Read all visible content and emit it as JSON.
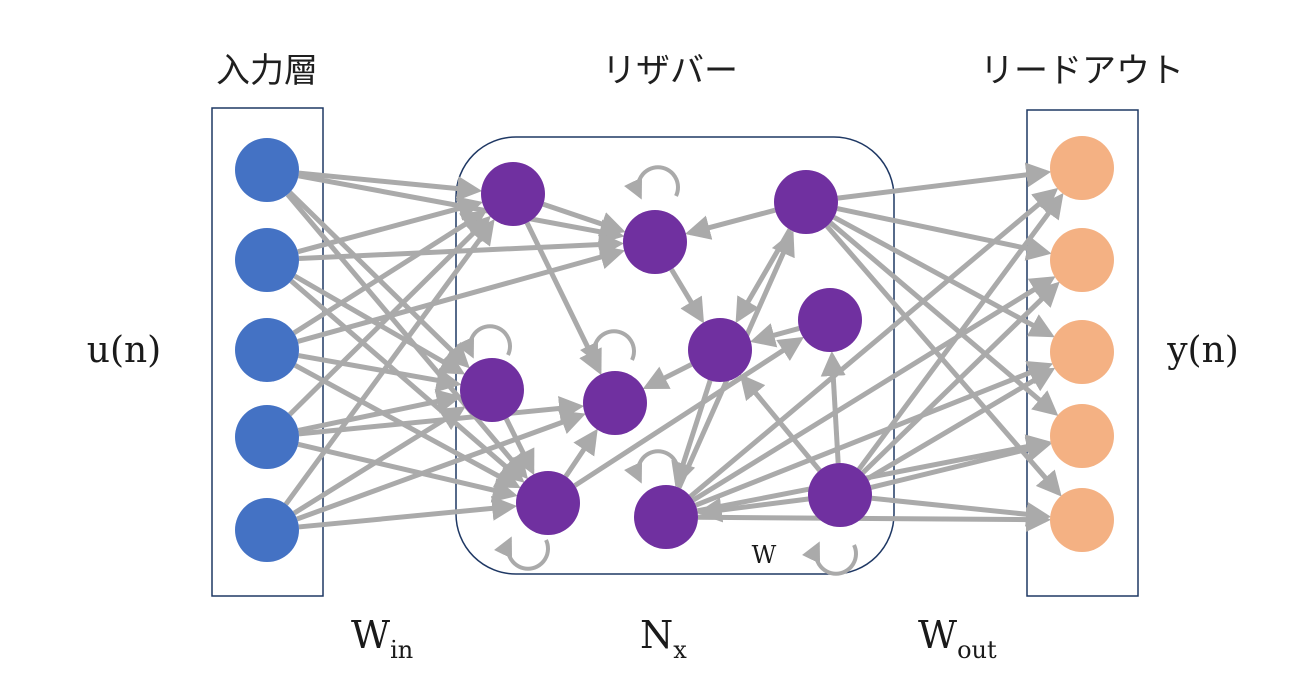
{
  "labels": {
    "input_title": "入力層",
    "reservoir_title": "リザバー",
    "readout_title": "リードアウト",
    "input_signal": "u(n)",
    "output_signal": "y(n)",
    "w_in_base": "W",
    "w_in_sub": "in",
    "n_x_base": "N",
    "n_x_sub": "x",
    "w_out_base": "W",
    "w_out_sub": "out",
    "w_reservoir": "W"
  },
  "colors": {
    "input_node": "#4472c4",
    "reservoir_node": "#7030a0",
    "output_node": "#f4b183",
    "edge": "#aaaaaa",
    "frame": "#1f3864"
  },
  "nodes": {
    "input": [
      "i0",
      "i1",
      "i2",
      "i3",
      "i4"
    ],
    "reservoir": [
      "r0",
      "r1",
      "r2",
      "r3",
      "r4",
      "r5",
      "r6",
      "r7",
      "r8",
      "r9"
    ],
    "output": [
      "o0",
      "o1",
      "o2",
      "o3",
      "o4"
    ]
  },
  "edges": {
    "input_to_reservoir": [
      [
        "i0",
        "r0"
      ],
      [
        "i0",
        "r1"
      ],
      [
        "i0",
        "r4"
      ],
      [
        "i0",
        "r6"
      ],
      [
        "i1",
        "r0"
      ],
      [
        "i1",
        "r1"
      ],
      [
        "i1",
        "r4"
      ],
      [
        "i1",
        "r6"
      ],
      [
        "i2",
        "r0"
      ],
      [
        "i2",
        "r1"
      ],
      [
        "i2",
        "r4"
      ],
      [
        "i2",
        "r6"
      ],
      [
        "i3",
        "r0"
      ],
      [
        "i3",
        "r4"
      ],
      [
        "i3",
        "r5"
      ],
      [
        "i3",
        "r6"
      ],
      [
        "i4",
        "r0"
      ],
      [
        "i4",
        "r4"
      ],
      [
        "i4",
        "r5"
      ],
      [
        "i4",
        "r6"
      ]
    ],
    "reservoir_internal": [
      [
        "r0",
        "r1"
      ],
      [
        "r0",
        "r5"
      ],
      [
        "r4",
        "r6"
      ],
      [
        "r6",
        "r5"
      ],
      [
        "r6",
        "r7"
      ],
      [
        "r1",
        "r3"
      ],
      [
        "r3",
        "r5"
      ],
      [
        "r2",
        "r1"
      ],
      [
        "r2",
        "r3"
      ],
      [
        "r8",
        "r2"
      ],
      [
        "r3",
        "r8"
      ],
      [
        "r7",
        "r3"
      ],
      [
        "r9",
        "r7"
      ],
      [
        "r9",
        "r3"
      ],
      [
        "r9",
        "r8"
      ]
    ],
    "reservoir_to_output": [
      [
        "r2",
        "o0"
      ],
      [
        "r2",
        "o1"
      ],
      [
        "r2",
        "o2"
      ],
      [
        "r2",
        "o3"
      ],
      [
        "r2",
        "o4"
      ],
      [
        "r8",
        "o0"
      ],
      [
        "r8",
        "o1"
      ],
      [
        "r8",
        "o2"
      ],
      [
        "r8",
        "o3"
      ],
      [
        "r8",
        "o4"
      ],
      [
        "r9",
        "o0"
      ],
      [
        "r9",
        "o1"
      ],
      [
        "r9",
        "o2"
      ],
      [
        "r9",
        "o3"
      ],
      [
        "r9",
        "o4"
      ]
    ],
    "self_loops": [
      "r0",
      "r1",
      "r4",
      "r5",
      "r6",
      "r7",
      "r9"
    ]
  }
}
